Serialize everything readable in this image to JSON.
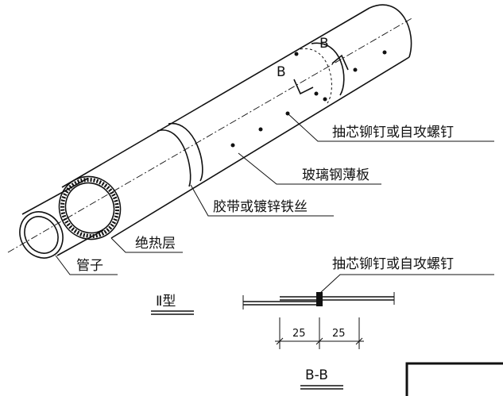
{
  "labels": {
    "rivet_top": "抽芯铆钉或自攻螺钉",
    "frp_sheet": "玻璃钢薄板",
    "tape_wire": "胶带或镀锌铁丝",
    "insulation": "绝热层",
    "pipe": "管子",
    "rivet_detail": "抽芯铆钉或自攻螺钉",
    "type_title": "Ⅱ型",
    "section_mark": "B",
    "section_title": "B-B"
  },
  "dimensions": {
    "left": "25",
    "right": "25"
  }
}
